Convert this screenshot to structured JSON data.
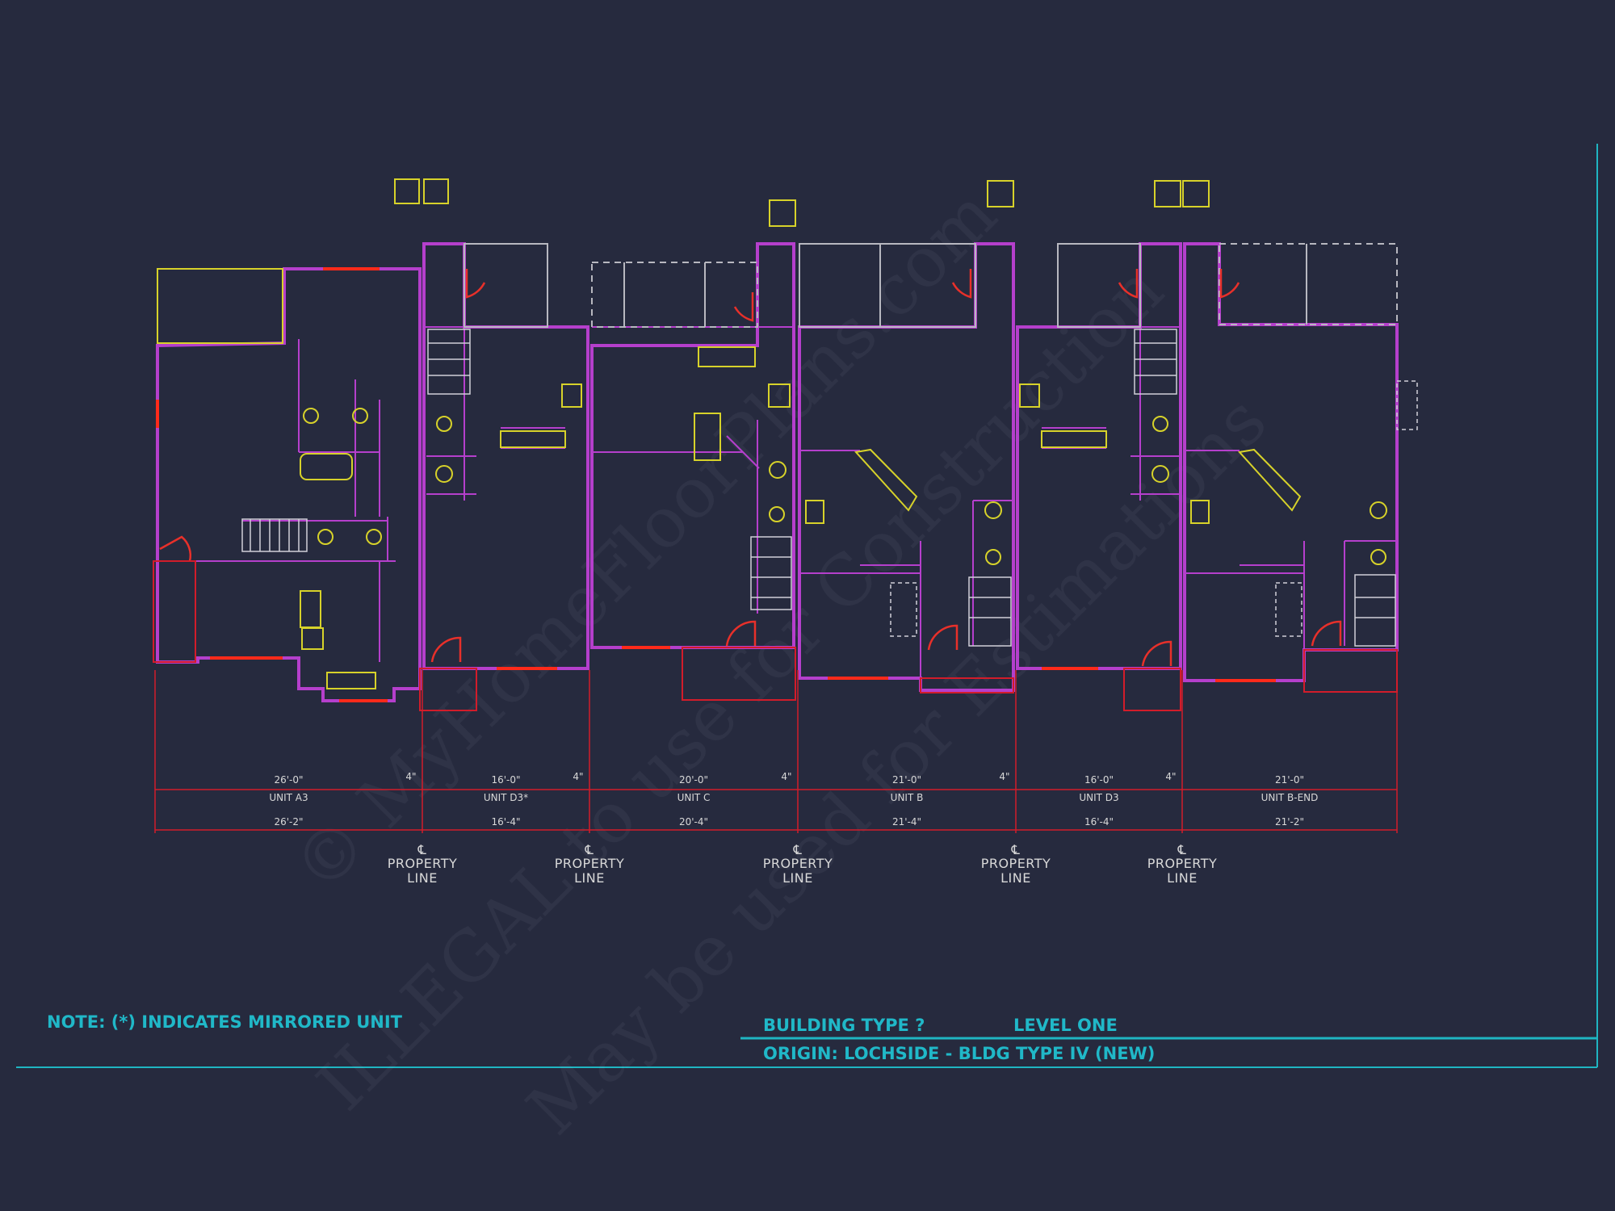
{
  "units": [
    {
      "name": "UNIT A3",
      "width": "26'-0\"",
      "overall": "26'-2\""
    },
    {
      "name": "UNIT D3*",
      "width": "16'-0\"",
      "overall": "16'-4\""
    },
    {
      "name": "UNIT C",
      "width": "20'-0\"",
      "overall": "20'-4\""
    },
    {
      "name": "UNIT B",
      "width": "21'-0\"",
      "overall": "21'-4\""
    },
    {
      "name": "UNIT D3",
      "width": "16'-0\"",
      "overall": "16'-4\""
    },
    {
      "name": "UNIT B-END",
      "width": "21'-0\"",
      "overall": "21'-2\""
    }
  ],
  "wall_gap_label": "4\"",
  "property_line": {
    "cl": "℄",
    "line1": "PROPERTY",
    "line2": "LINE"
  },
  "note": "NOTE:  (*)  INDICATES MIRRORED UNIT",
  "title_block": {
    "building_type": "BUILDING TYPE ?",
    "level": "LEVEL ONE",
    "origin": "ORIGIN: LOCHSIDE - BLDG TYPE IV (NEW)"
  },
  "watermark": {
    "line1": "© MyHomeFloorPlans.com",
    "line2": "ILLEGAL to use for Construction",
    "line3": "May be used for Estimations"
  },
  "colors": {
    "background": "#262a3e",
    "wall": "#b53fcc",
    "dimension": "#d21c2a",
    "fixture": "#d7d22a",
    "annotation": "#d8d8d8",
    "border": "#1fb5c2"
  }
}
